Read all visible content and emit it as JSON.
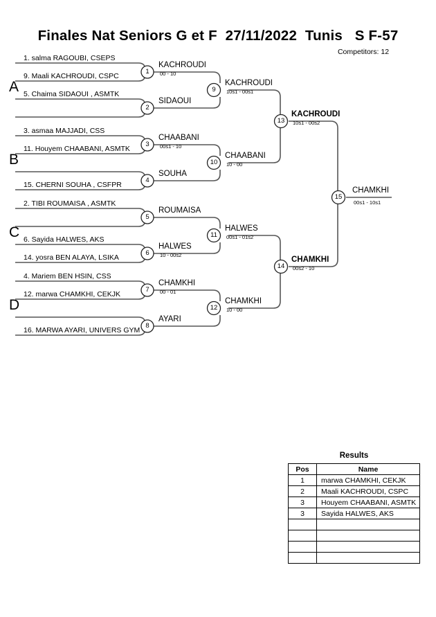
{
  "header": {
    "title": "Finales Nat Seniors G et F  27/11/2022  Tunis   S F-57",
    "competitors": "Competitors: 12"
  },
  "groups": [
    {
      "letter": "A"
    },
    {
      "letter": "B"
    },
    {
      "letter": "C"
    },
    {
      "letter": "D"
    }
  ],
  "entrants": [
    {
      "label": "1. salma RAGOUBI, CSEPS"
    },
    {
      "label": "9. Maali KACHROUDI, CSPC"
    },
    {
      "label": "5.  Chaima SIDAOUI , ASMTK"
    },
    {
      "label": ""
    },
    {
      "label": "3. asmaa MAJJADI, CSS"
    },
    {
      "label": "11. Houyem CHAABANI, ASMTK"
    },
    {
      "label": ""
    },
    {
      "label": "15.  CHERNI SOUHA , CSFPR"
    },
    {
      "label": "2.  TIBI ROUMAISA , ASMTK"
    },
    {
      "label": ""
    },
    {
      "label": "6. Sayida HALWES, AKS"
    },
    {
      "label": "14. yosra BEN ALAYA, LSIKA"
    },
    {
      "label": "4. Mariem BEN HSIN, CSS"
    },
    {
      "label": "12. marwa CHAMKHI, CEKJK"
    },
    {
      "label": ""
    },
    {
      "label": "16. MARWA AYARI, UNIVERS GYM"
    }
  ],
  "matches": [
    {
      "num": "1",
      "winner": "KACHROUDI",
      "score": "00 - 10",
      "bold": false
    },
    {
      "num": "2",
      "winner": "SIDAOUI",
      "score": "",
      "bold": false
    },
    {
      "num": "3",
      "winner": "CHAABANI",
      "score": "00s1 - 10",
      "bold": false
    },
    {
      "num": "4",
      "winner": "SOUHA",
      "score": "",
      "bold": false
    },
    {
      "num": "5",
      "winner": "ROUMAISA",
      "score": "",
      "bold": false
    },
    {
      "num": "6",
      "winner": "HALWES",
      "score": "10 - 00s2",
      "bold": false
    },
    {
      "num": "7",
      "winner": "CHAMKHI",
      "score": "00 - 01",
      "bold": false
    },
    {
      "num": "8",
      "winner": "AYARI",
      "score": "",
      "bold": false
    },
    {
      "num": "9",
      "winner": "KACHROUDI",
      "score": "10s1 - 00s1",
      "bold": false
    },
    {
      "num": "10",
      "winner": "CHAABANI",
      "score": "10 - 00",
      "bold": false
    },
    {
      "num": "11",
      "winner": "HALWES",
      "score": "00s1 - 01s2",
      "bold": false
    },
    {
      "num": "12",
      "winner": "CHAMKHI",
      "score": "10 - 00",
      "bold": false
    },
    {
      "num": "13",
      "winner": "KACHROUDI",
      "score": "10s1 - 00s2",
      "bold": true
    },
    {
      "num": "14",
      "winner": "CHAMKHI",
      "score": "00s2 - 10",
      "bold": true
    },
    {
      "num": "15",
      "winner": "CHAMKHI",
      "score": "00s1 - 10s1",
      "bold": false
    }
  ],
  "results": {
    "title": "Results",
    "columns": [
      "Pos",
      "Name"
    ],
    "rows": [
      {
        "pos": "1",
        "name": "marwa CHAMKHI, CEKJK"
      },
      {
        "pos": "2",
        "name": "Maali KACHROUDI, CSPC"
      },
      {
        "pos": "3",
        "name": "Houyem CHAABANI, ASMTK"
      },
      {
        "pos": "3",
        "name": "Sayida HALWES, AKS"
      },
      {
        "pos": "",
        "name": ""
      },
      {
        "pos": "",
        "name": ""
      },
      {
        "pos": "",
        "name": ""
      },
      {
        "pos": "",
        "name": ""
      }
    ]
  },
  "style": {
    "line_color": "#555555",
    "text_color": "#000000"
  }
}
